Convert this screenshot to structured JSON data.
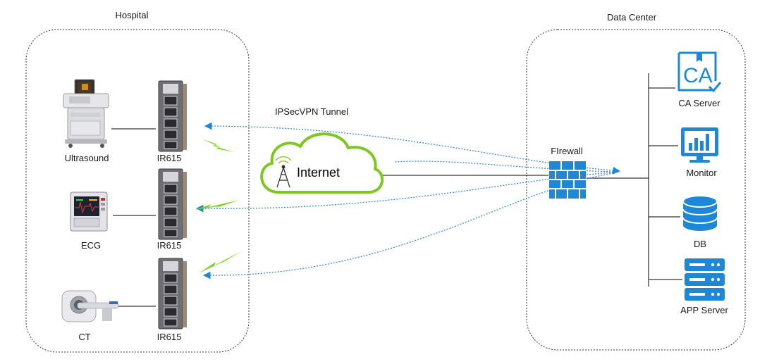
{
  "hospital": {
    "title": "Hospital",
    "devices": [
      {
        "label": "Ultrasound",
        "router_label": "IR615"
      },
      {
        "label": "ECG",
        "router_label": "IR615"
      },
      {
        "label": "CT",
        "router_label": "IR615"
      }
    ]
  },
  "tunnel": {
    "label": "IPSecVPN Tunnel"
  },
  "internet": {
    "label": "Internet"
  },
  "data_center": {
    "title": "Data Center",
    "firewall_label": "FIrewall",
    "servers": [
      {
        "label": "CA Server",
        "icon": "ca-certificate-icon"
      },
      {
        "label": "Monitor",
        "icon": "monitor-chart-icon"
      },
      {
        "label": "DB",
        "icon": "database-icon"
      },
      {
        "label": "APP Server",
        "icon": "server-rack-icon"
      }
    ],
    "ca_badge_text": "CA"
  },
  "colors": {
    "icon_blue": "#1e88d6",
    "tunnel_blue": "#2a84c8",
    "cloud_green": "#7dc820",
    "lightning": "#7ed321",
    "router_body": "#6e6e74",
    "line": "#000000"
  }
}
